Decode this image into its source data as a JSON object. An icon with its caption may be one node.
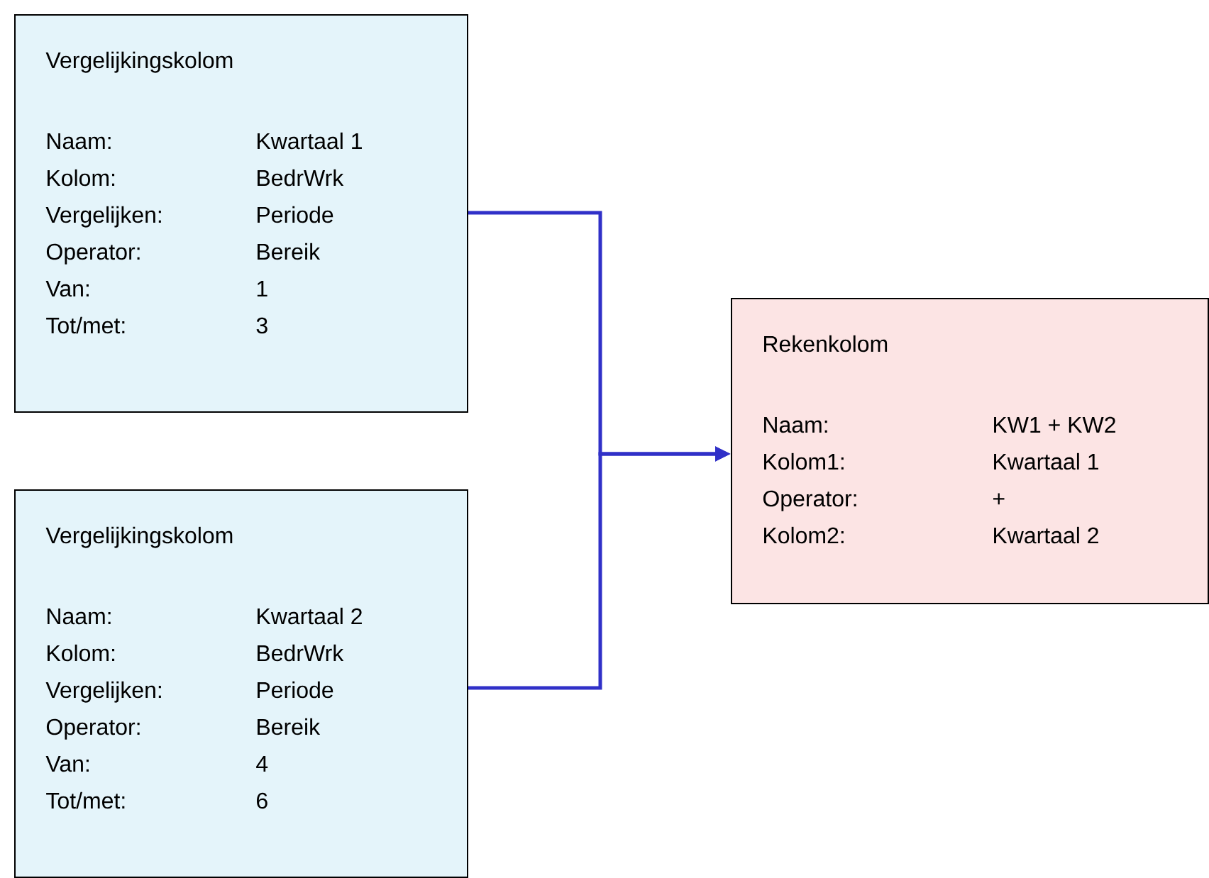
{
  "diagram": {
    "nodes": [
      {
        "text": [
          "Vergelijkingskolom",
          "Naam:",
          "Kwartaal 1",
          "Kolom:",
          "BedrWrk",
          "Vergelijken:",
          "Periode",
          "Operator:",
          "Bereik",
          "Van:",
          "1",
          "Tot/met:",
          "3"
        ]
      },
      {
        "text": [
          "Vergelijkingskolom",
          "Naam:",
          "Kwartaal 2",
          "Kolom:",
          "BedrWrk",
          "Vergelijken:",
          "Periode",
          "Operator:",
          "Bereik",
          "Van:",
          "4",
          "Tot/met:",
          "6"
        ]
      },
      {
        "text": [
          "Rekenkolom",
          "Naam:",
          "KW1 + KW2",
          "Kolom1:",
          "Kwartaal 1",
          "Operator:",
          "+",
          "Kolom2:",
          "Kwartaal 2"
        ]
      }
    ],
    "edges": [
      {
        "from": 0,
        "to": 2,
        "arrow": "to"
      },
      {
        "from": 1,
        "to": 2,
        "arrow": "to"
      }
    ]
  }
}
